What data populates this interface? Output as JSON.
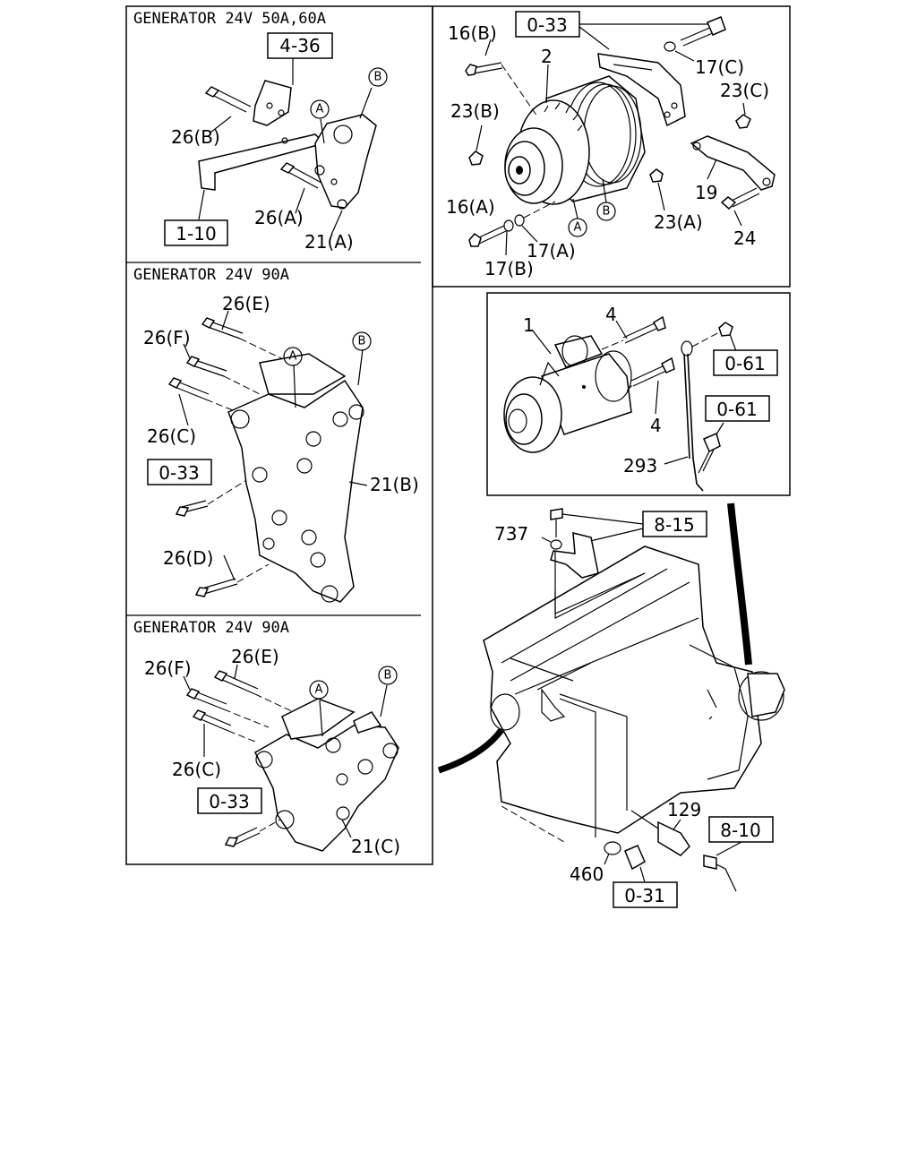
{
  "panels": {
    "p1_title": "GENERATOR 24V 50A,60A",
    "p2_title": "GENERATOR 24V 90A",
    "p3_title": "GENERATOR 24V 90A"
  },
  "refs": {
    "r436": "4-36",
    "r110": "1-10",
    "r033a": "0-33",
    "r033b": "0-33",
    "r033c": "0-33",
    "r061a": "0-61",
    "r061b": "0-61",
    "r815": "8-15",
    "r810": "8-10",
    "r031": "0-31"
  },
  "callouts": {
    "a": "A",
    "b": "B"
  },
  "labels": {
    "l26b": "26(B)",
    "l26a": "26(A)",
    "l21a": "21(A)",
    "l26e1": "26(E)",
    "l26f1": "26(F)",
    "l26c1": "26(C)",
    "l21b": "21(B)",
    "l26d": "26(D)",
    "l26e2": "26(E)",
    "l26f2": "26(F)",
    "l26c2": "26(C)",
    "l21c": "21(C)",
    "l16b": "16(B)",
    "l2": "2",
    "l17c": "17(C)",
    "l23c": "23(C)",
    "l23b": "23(B)",
    "l19": "19",
    "l16a": "16(A)",
    "l17a": "17(A)",
    "l23a": "23(A)",
    "l24": "24",
    "l17b": "17(B)",
    "l1": "1",
    "l4a": "4",
    "l4b": "4",
    "l293": "293",
    "l737": "737",
    "l129": "129",
    "l460": "460"
  }
}
